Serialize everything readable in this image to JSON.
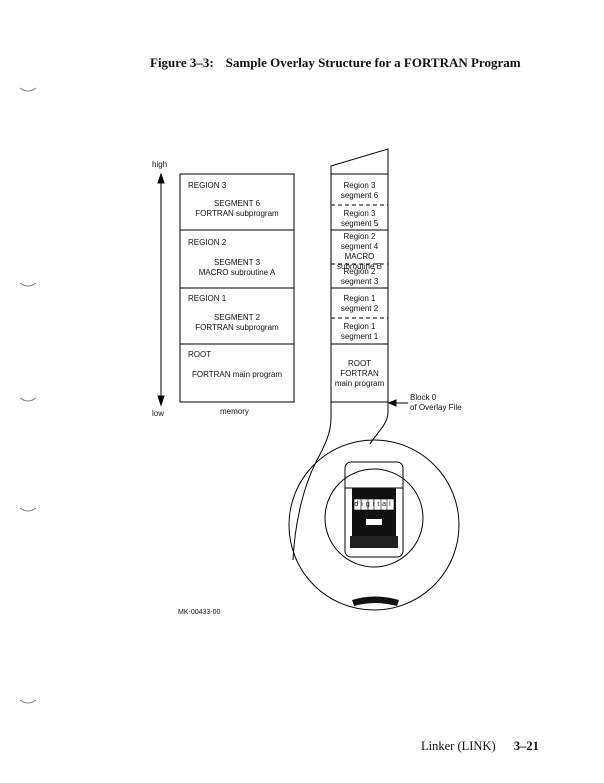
{
  "figure": {
    "number": "Figure 3–3:",
    "title": "Sample Overlay Structure for a FORTRAN Program"
  },
  "axis": {
    "high": "high",
    "low": "low"
  },
  "memory": {
    "caption": "memory",
    "regions": [
      {
        "name": "REGION 3",
        "lines": [
          "SEGMENT 6",
          "FORTRAN subprogram"
        ]
      },
      {
        "name": "REGION 2",
        "lines": [
          "SEGMENT 3",
          "MACRO subroutine A"
        ]
      },
      {
        "name": "REGION 1",
        "lines": [
          "SEGMENT 2",
          "FORTRAN subprogram"
        ]
      },
      {
        "name": "ROOT",
        "lines": [
          "FORTRAN main program"
        ]
      }
    ]
  },
  "overlay_file": {
    "segments": [
      [
        "Region 3",
        "segment 6"
      ],
      [
        "Region 3",
        "segment 5"
      ],
      [
        "Region 2",
        "segment 4",
        "MACRO",
        "subroutine B"
      ],
      [
        "Region 2",
        "segment 3"
      ],
      [
        "Region 1",
        "segment 2"
      ],
      [
        "Region 1",
        "segment 1"
      ],
      [
        "ROOT",
        "FORTRAN",
        "main program"
      ]
    ],
    "block_label": [
      "Block 0",
      "of Overlay File"
    ]
  },
  "tape": {
    "brand": "digital"
  },
  "code": "MK-00433-00",
  "footer": {
    "section": "Linker (LINK)",
    "page": "3–21"
  }
}
